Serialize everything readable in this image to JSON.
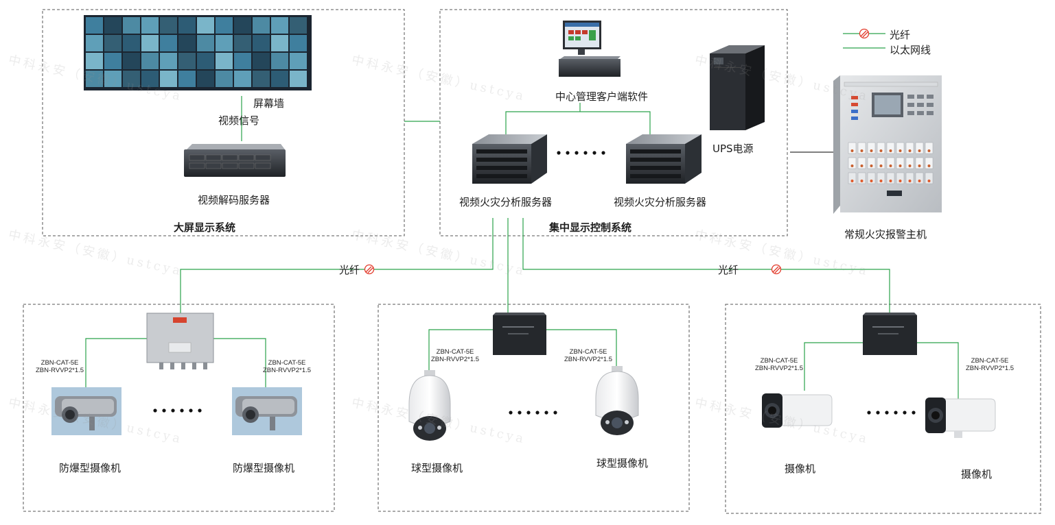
{
  "legend": {
    "fiber": "光纤",
    "ethernet": "以太网线"
  },
  "systems": {
    "big_screen": {
      "title": "大屏显示系统",
      "video_wall": "屏幕墙",
      "video_signal": "视频信号",
      "decoder_server": "视频解码服务器"
    },
    "central": {
      "title": "集中显示控制系统",
      "client_software": "中心管理客户端软件",
      "ups": "UPS电源",
      "analysis_server_1": "视频火灾分析服务器",
      "analysis_server_2": "视频火灾分析服务器"
    },
    "alarm_host": "常规火灾报警主机"
  },
  "links": {
    "fiber_left": "光纤",
    "fiber_right": "光纤"
  },
  "groups": {
    "explosion_proof": {
      "cable_left": [
        "ZBN-CAT-5E",
        "ZBN-RVVP2*1.5"
      ],
      "cable_right": [
        "ZBN-CAT-5E",
        "ZBN-RVVP2*1.5"
      ],
      "camera_left": "防爆型摄像机",
      "camera_right": "防爆型摄像机"
    },
    "dome": {
      "cable_left": [
        "ZBN-CAT-5E",
        "ZBN-RVVP2*1.5"
      ],
      "cable_right": [
        "ZBN-CAT-5E",
        "ZBN-RVVP2*1.5"
      ],
      "camera_left": "球型摄像机",
      "camera_right": "球型摄像机"
    },
    "bullet": {
      "cable_left": [
        "ZBN-CAT-5E",
        "ZBN-RVVP2*1.5"
      ],
      "cable_right": [
        "ZBN-CAT-5E",
        "ZBN-RVVP2*1.5"
      ],
      "camera_left": "摄像机",
      "camera_right": "摄像机"
    }
  },
  "watermark": "中科永安（安徽）ustcya",
  "colors": {
    "ethernet": "#2aa24a",
    "fiber_symbol": "#e23a2a",
    "dash": "#555555",
    "plain_line": "#333333"
  }
}
